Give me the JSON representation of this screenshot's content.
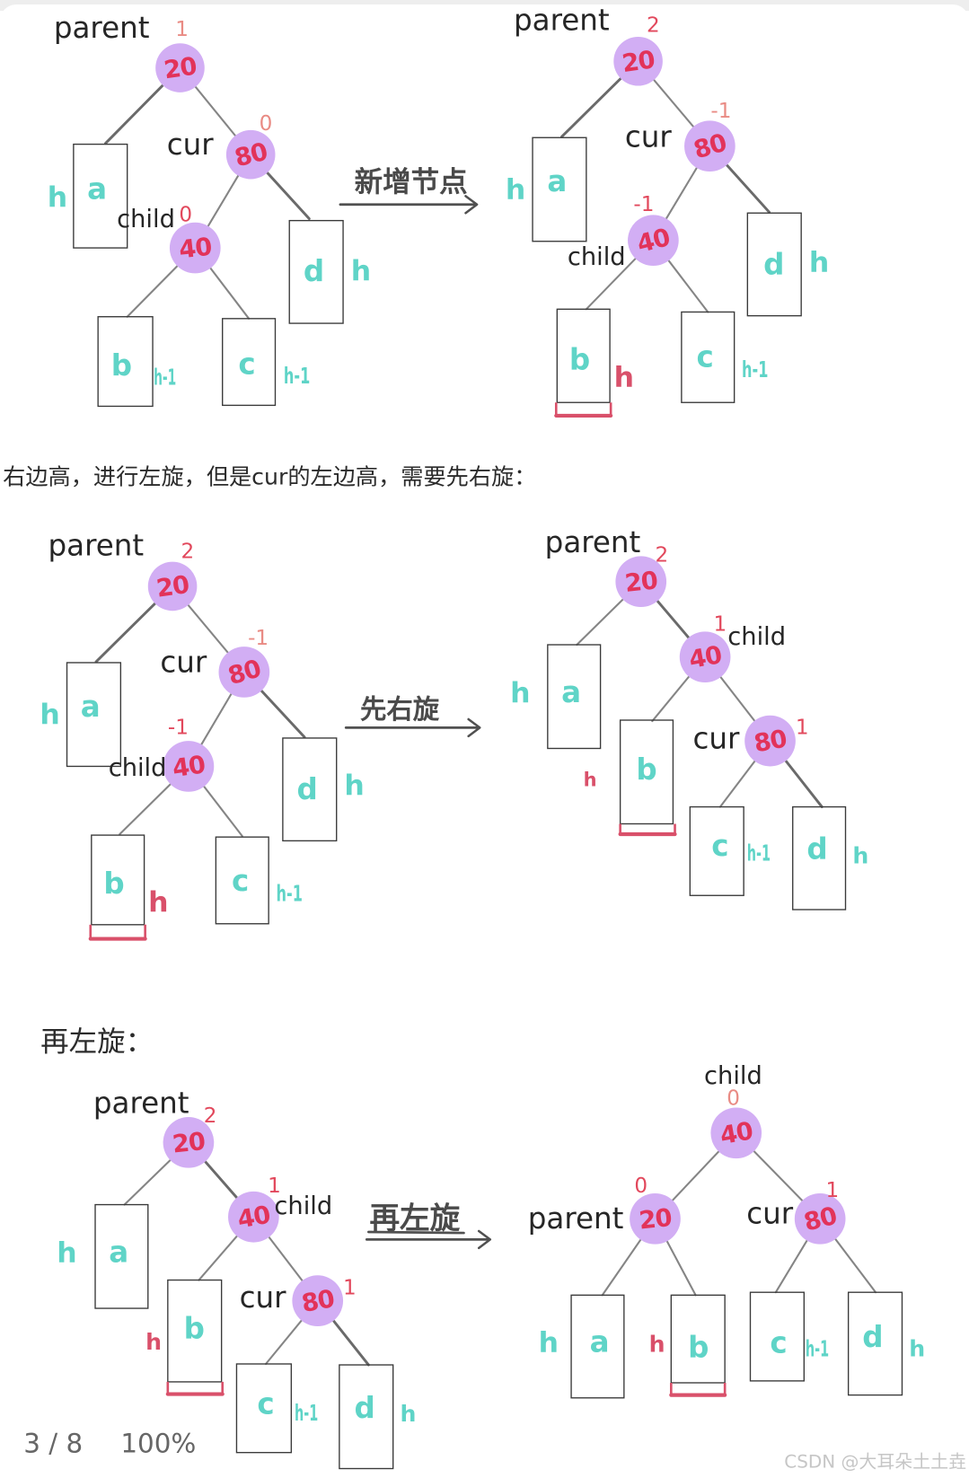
{
  "viewer": {
    "page_indicator": "3 / 8",
    "zoom_level": "100%",
    "watermark": "CSDN @大耳朵土土垚"
  },
  "colors": {
    "node_fill": "#d2aef4",
    "node_value": "#e2335a",
    "balance_factor": "#e2485c",
    "subtree_label": "#5fd4c7",
    "height_increased": "#d9506a"
  },
  "captions": {
    "double_rotation_note": "右边高，进行左旋，但是cur的左边高，需要先右旋：",
    "then_rotate_left": "再左旋："
  },
  "transitions": [
    {
      "label": "新增节点"
    },
    {
      "label": "先右旋"
    },
    {
      "label": "再左旋"
    }
  ],
  "diagrams": [
    {
      "nodes": [
        {
          "value": "20",
          "pointer": "parent",
          "balance_factor": "1"
        },
        {
          "value": "80",
          "pointer": "cur",
          "balance_factor": "0"
        },
        {
          "value": "40",
          "pointer": "child",
          "balance_factor": "0"
        }
      ],
      "subtrees": [
        {
          "name": "a",
          "height": "h",
          "height_increased": false,
          "height_color": "#5fd4c7"
        },
        {
          "name": "b",
          "height": "h-1",
          "height_increased": false,
          "height_color": "#5fd4c7"
        },
        {
          "name": "c",
          "height": "h-1",
          "height_increased": false,
          "height_color": "#5fd4c7"
        },
        {
          "name": "d",
          "height": "h",
          "height_increased": false,
          "height_color": "#5fd4c7"
        }
      ]
    },
    {
      "nodes": [
        {
          "value": "20",
          "pointer": "parent",
          "balance_factor": "2"
        },
        {
          "value": "80",
          "pointer": "cur",
          "balance_factor": "-1"
        },
        {
          "value": "40",
          "pointer": "child",
          "balance_factor": "-1"
        }
      ],
      "subtrees": [
        {
          "name": "a",
          "height": "h",
          "height_increased": false,
          "height_color": "#5fd4c7"
        },
        {
          "name": "b",
          "height": "h",
          "height_increased": true,
          "height_color": "#d9506a"
        },
        {
          "name": "c",
          "height": "h-1",
          "height_increased": false,
          "height_color": "#5fd4c7"
        },
        {
          "name": "d",
          "height": "h",
          "height_increased": false,
          "height_color": "#5fd4c7"
        }
      ]
    },
    {
      "nodes": [
        {
          "value": "20",
          "pointer": "parent",
          "balance_factor": "2"
        },
        {
          "value": "80",
          "pointer": "cur",
          "balance_factor": "-1"
        },
        {
          "value": "40",
          "pointer": "child",
          "balance_factor": "-1"
        }
      ],
      "subtrees": [
        {
          "name": "a",
          "height": "h",
          "height_increased": false,
          "height_color": "#5fd4c7"
        },
        {
          "name": "b",
          "height": "h",
          "height_increased": true,
          "height_color": "#d9506a"
        },
        {
          "name": "c",
          "height": "h-1",
          "height_increased": false,
          "height_color": "#5fd4c7"
        },
        {
          "name": "d",
          "height": "h",
          "height_increased": false,
          "height_color": "#5fd4c7"
        }
      ]
    },
    {
      "nodes": [
        {
          "value": "20",
          "pointer": "parent",
          "balance_factor": "2"
        },
        {
          "value": "80",
          "pointer": "cur",
          "balance_factor": "1"
        },
        {
          "value": "40",
          "pointer": "child",
          "balance_factor": "1"
        }
      ],
      "subtrees": [
        {
          "name": "a",
          "height": "h",
          "height_increased": false,
          "height_color": "#5fd4c7"
        },
        {
          "name": "b",
          "height": "h",
          "height_increased": true,
          "height_color": "#d9506a"
        },
        {
          "name": "c",
          "height": "h-1",
          "height_increased": false,
          "height_color": "#5fd4c7"
        },
        {
          "name": "d",
          "height": "h",
          "height_increased": false,
          "height_color": "#5fd4c7"
        }
      ]
    },
    {
      "nodes": [
        {
          "value": "20",
          "pointer": "parent",
          "balance_factor": "2"
        },
        {
          "value": "80",
          "pointer": "cur",
          "balance_factor": "1"
        },
        {
          "value": "40",
          "pointer": "child",
          "balance_factor": "1"
        }
      ],
      "subtrees": [
        {
          "name": "a",
          "height": "h",
          "height_increased": false,
          "height_color": "#5fd4c7"
        },
        {
          "name": "b",
          "height": "h",
          "height_increased": true,
          "height_color": "#d9506a"
        },
        {
          "name": "c",
          "height": "h-1",
          "height_increased": false,
          "height_color": "#5fd4c7"
        },
        {
          "name": "d",
          "height": "h",
          "height_increased": false,
          "height_color": "#5fd4c7"
        }
      ]
    },
    {
      "nodes": [
        {
          "value": "20",
          "pointer": "parent",
          "balance_factor": "0"
        },
        {
          "value": "80",
          "pointer": "cur",
          "balance_factor": "1"
        },
        {
          "value": "40",
          "pointer": "child",
          "balance_factor": "0"
        }
      ],
      "subtrees": [
        {
          "name": "a",
          "height": "h",
          "height_increased": false,
          "height_color": "#5fd4c7"
        },
        {
          "name": "b",
          "height": "h",
          "height_increased": true,
          "height_color": "#d9506a"
        },
        {
          "name": "c",
          "height": "h-1",
          "height_increased": false,
          "height_color": "#5fd4c7"
        },
        {
          "name": "d",
          "height": "h",
          "height_increased": false,
          "height_color": "#5fd4c7"
        }
      ]
    }
  ]
}
